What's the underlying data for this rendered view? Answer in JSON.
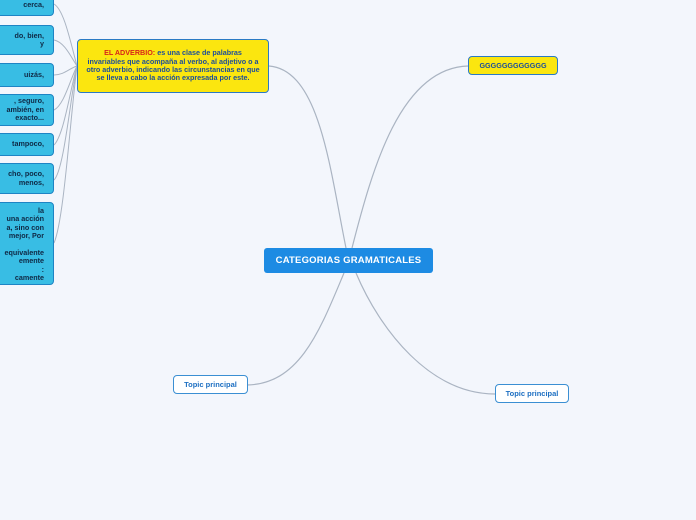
{
  "map": {
    "central": {
      "label": "CATEGORIAS GRAMATICALES"
    },
    "adverb": {
      "keyword": "EL ADVERBIO:",
      "definition": " es una clase de palabras invariables que acompaña al verbo, al adjetivo o a otro adverbio, indicando las circunstancias en que se lleva a cabo la acción expresada por este."
    },
    "g_topic": {
      "label": "GGGGGGGGGGGG"
    },
    "topic_left": {
      "label": "Topic principal"
    },
    "topic_right": {
      "label": "Topic principal"
    },
    "adverb_children": [
      {
        "text": "cerca,"
      },
      {
        "text": "do, bien,\ny"
      },
      {
        "text": "uizás,"
      },
      {
        "text": ", seguro,\nambién, en\nexacto..."
      },
      {
        "text": "tampoco,"
      },
      {
        "text": "cho, poco,\nmenos,"
      },
      {
        "text": "la\nuna acción\na, sino con\nmejor, Por\n\nequivalente\nemente\n:\ncamente"
      }
    ]
  },
  "colors": {
    "background": "#f3f6fc",
    "central_fill": "#1d8be3",
    "topic_border": "#3b8fd3",
    "yellow_fill": "#fbe60f",
    "keyword_red": "#d7231a",
    "subtopic_fill": "#38bde4",
    "connector": "#aab4c2"
  }
}
